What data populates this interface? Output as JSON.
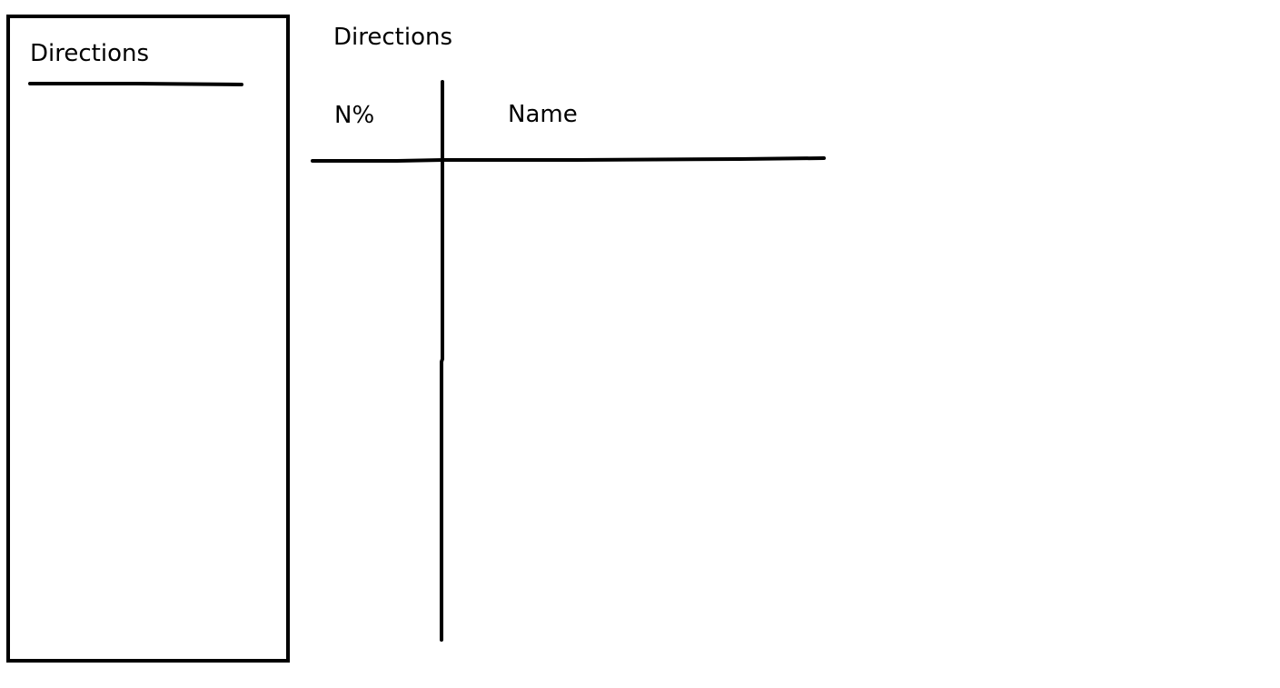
{
  "sidebar": {
    "title": "Directions"
  },
  "main": {
    "title": "Directions",
    "table": {
      "columns": [
        "N%",
        "Name"
      ]
    }
  },
  "colors": {
    "ink": "#000000",
    "background": "#ffffff"
  }
}
